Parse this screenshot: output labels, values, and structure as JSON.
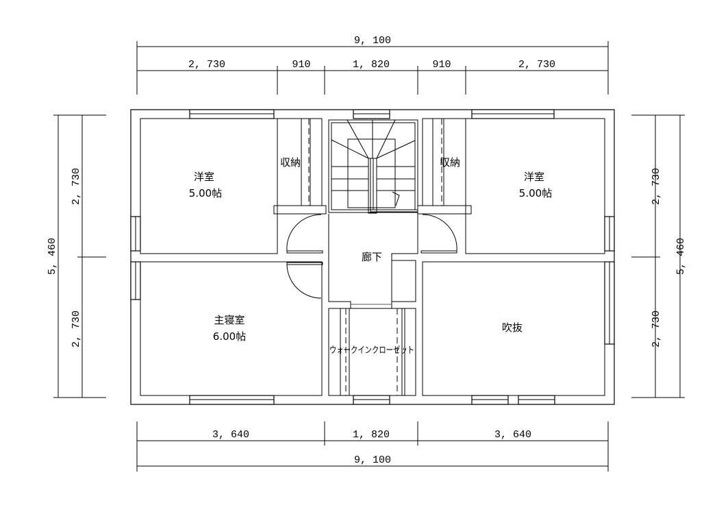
{
  "dimensions": {
    "top_total": "9, 100",
    "top_parts": [
      "2, 730",
      "910",
      "1, 820",
      "910",
      "2, 730"
    ],
    "bottom_parts": [
      "3, 640",
      "1, 820",
      "3, 640"
    ],
    "bottom_total": "9, 100",
    "left_total": "5, 460",
    "left_parts": [
      "2, 730",
      "2, 730"
    ],
    "right_total": "5, 460",
    "right_parts": [
      "2, 730",
      "2, 730"
    ]
  },
  "rooms": {
    "western_left": {
      "name": "洋室",
      "area": "5.00帖"
    },
    "storage_left": {
      "name": "収納"
    },
    "storage_right": {
      "name": "収納"
    },
    "western_right": {
      "name": "洋室",
      "area": "5.00帖"
    },
    "hallway": {
      "name": "廊下"
    },
    "master_bedroom": {
      "name": "主寝室",
      "area": "6.00帖"
    },
    "walk_in_closet": {
      "name": "ウォークインクローゼット"
    },
    "atrium": {
      "name": "吹抜"
    }
  }
}
